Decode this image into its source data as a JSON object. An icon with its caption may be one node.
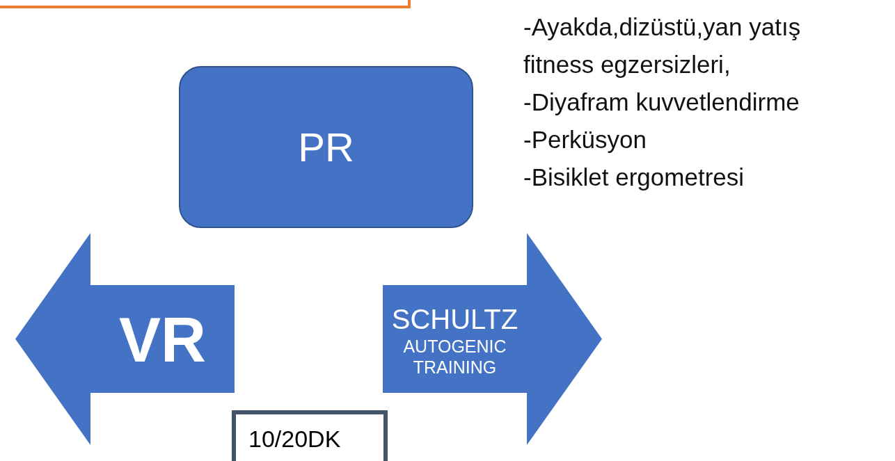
{
  "diagram": {
    "nodes": [
      {
        "text": [
          "PR"
        ]
      },
      {
        "text": [
          "VR"
        ]
      },
      {
        "text": [
          "SCHULTZ",
          "AUTOGENIC TRAINING"
        ]
      },
      {
        "text": [
          "10/20DK"
        ]
      }
    ],
    "labels": [
      "-Ayakda,dizüstü,yan yatış fitness egzersizleri,",
      "-Diyafram kuvvetlendirme",
      "-Perküsyon",
      "-Bisiklet ergometresi"
    ]
  }
}
